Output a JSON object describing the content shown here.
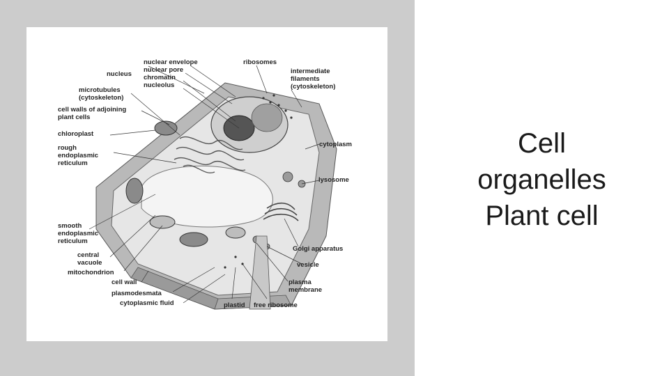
{
  "slide": {
    "title_lines": [
      "Cell",
      "organelles",
      "Plant cell"
    ]
  },
  "diagram": {
    "labels": {
      "nucleus": "nucleus",
      "nuclear_envelope": "nuclear envelope",
      "nuclear_pore": "nuclear pore",
      "chromatin": "chromatin",
      "nucleolus": "nucleolus",
      "ribosomes": "ribosomes",
      "intermediate_filaments_1": "intermediate",
      "intermediate_filaments_2": "filaments",
      "intermediate_filaments_3": "(cytoskeleton)",
      "microtubules_1": "microtubules",
      "microtubules_2": "(cytoskeleton)",
      "cell_walls_1": "cell walls of adjoining",
      "cell_walls_2": "plant cells",
      "chloroplast": "chloroplast",
      "rough_er_1": "rough",
      "rough_er_2": "endoplasmic",
      "rough_er_3": "reticulum",
      "cytoplasm": "cytoplasm",
      "lysosome": "lysosome",
      "smooth_er_1": "smooth",
      "smooth_er_2": "endoplasmic",
      "smooth_er_3": "reticulum",
      "central_vacuole_1": "central",
      "central_vacuole_2": "vacuole",
      "mitochondrion": "mitochondrion",
      "cell_wall": "cell wall",
      "plasmodesmata": "plasmodesmata",
      "cytoplasmic_fluid": "cytoplasmic fluid",
      "plastid": "plastid",
      "free_ribosome": "free ribosome",
      "golgi": "Golgi apparatus",
      "vesicle": "vesicle",
      "plasma_membrane_1": "plasma",
      "plasma_membrane_2": "membrane"
    }
  },
  "colors": {
    "panel_bg": "#cccccc",
    "figure_bg": "#ffffff",
    "title_text": "#1a1a1a"
  }
}
